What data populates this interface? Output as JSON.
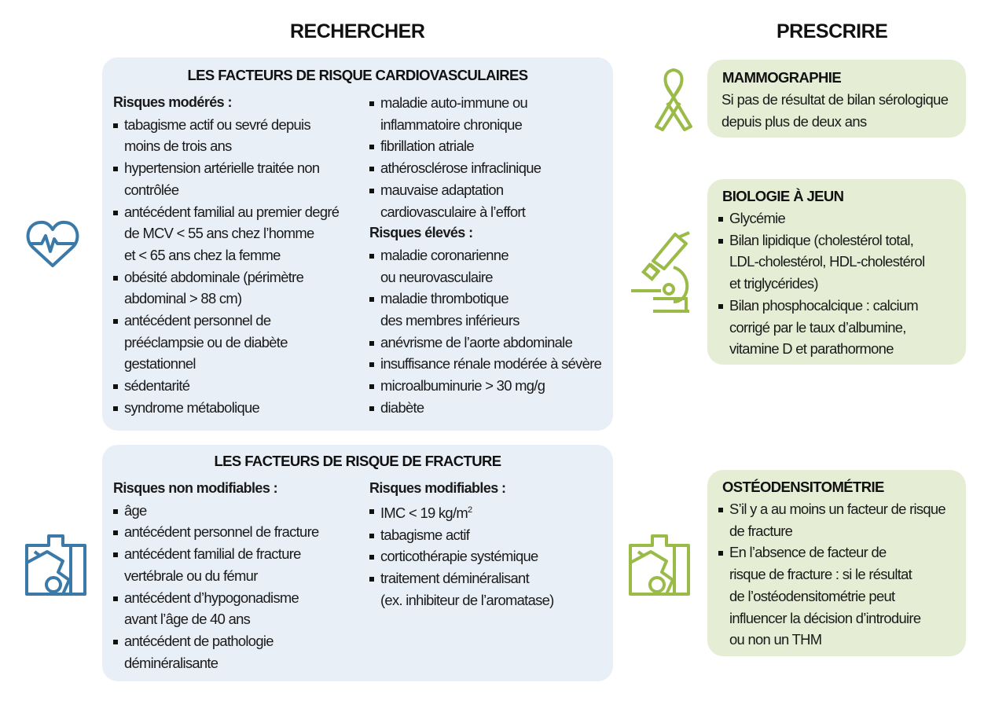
{
  "headings": {
    "left": "RECHERCHER",
    "right": "PRESCRIRE"
  },
  "cardio": {
    "title": "LES FACTEURS DE RISQUE CARDIOVASCULAIRES",
    "moderate_label": "Risques modérés :",
    "moderate": [
      [
        "tabagisme actif ou sevré depuis",
        "moins de trois ans"
      ],
      [
        "hypertension artérielle traitée non",
        "contrôlée"
      ],
      [
        "antécédent familial au premier degré",
        "de MCV < 55 ans chez l’homme",
        "et < 65 ans chez la femme"
      ],
      [
        "obésité abdominale (périmètre",
        "abdominal > 88 cm)"
      ],
      [
        "antécédent personnel de",
        "prééclampsie ou de diabète",
        "gestationnel"
      ],
      [
        "sédentarité"
      ],
      [
        "syndrome métabolique"
      ]
    ],
    "moderate_cont": [
      [
        "maladie auto-immune ou",
        "inflammatoire chronique"
      ],
      [
        "fibrillation atriale"
      ],
      [
        "athérosclérose infraclinique"
      ],
      [
        "mauvaise adaptation",
        "cardiovasculaire à l’effort"
      ]
    ],
    "high_label": "Risques élevés :",
    "high": [
      [
        "maladie coronarienne",
        "ou neurovasculaire"
      ],
      [
        "maladie thrombotique",
        "des membres inférieurs"
      ],
      [
        "anévrisme de l’aorte abdominale"
      ],
      [
        "insuffisance rénale modérée à sévère"
      ],
      [
        "microalbuminurie > 30 mg/g"
      ],
      [
        "diabète"
      ]
    ]
  },
  "fracture": {
    "title": "LES FACTEURS DE RISQUE DE FRACTURE",
    "nonmod_label": "Risques non modifiables :",
    "nonmod": [
      [
        "âge"
      ],
      [
        "antécédent personnel de fracture"
      ],
      [
        "antécédent familial de fracture",
        "vertébrale ou du fémur"
      ],
      [
        "antécédent d’hypogonadisme",
        "avant l’âge de 40 ans"
      ],
      [
        "antécédent de pathologie",
        "déminéralisante"
      ]
    ],
    "mod_label": "Risques modifiables :",
    "mod_first": "IMC < 19 kg/m",
    "mod_first_sup": "2",
    "mod": [
      [
        "tabagisme actif"
      ],
      [
        "corticothérapie systémique"
      ],
      [
        "traitement déminéralisant",
        "(ex. inhibiteur de l’aromatase)"
      ]
    ]
  },
  "mammo": {
    "title": "MAMMOGRAPHIE",
    "lines": [
      "Si pas de résultat de bilan sérologique",
      "depuis plus de deux ans"
    ]
  },
  "biologie": {
    "title": "BIOLOGIE À JEUN",
    "items": [
      [
        "Glycémie"
      ],
      [
        "Bilan lipidique (cholestérol total,",
        "LDL-cholestérol, HDL-cholestérol",
        "et triglycérides)"
      ],
      [
        "Bilan phosphocalcique : calcium",
        "corrigé par le taux d’albumine,",
        "vitamine D et parathormone"
      ]
    ]
  },
  "osteo": {
    "title": "OSTÉODENSITOMÉTRIE",
    "items": [
      [
        "S’il y a au moins un facteur de risque",
        "de fracture"
      ],
      [
        "En l’absence de facteur de",
        "risque de fracture : si le résultat",
        "de l’ostéodensitométrie peut",
        "influencer la décision d’introduire",
        "ou non un THM"
      ]
    ]
  },
  "icons": {
    "heart": "heart-pulse-icon",
    "ribbon": "awareness-ribbon-icon",
    "microscope": "microscope-icon",
    "bone": "bone-fracture-icon"
  },
  "colors": {
    "blue": "#3b7aa8",
    "green": "#9bbb48",
    "blue_box": "#e8eff7",
    "green_box": "#e6edd5"
  }
}
